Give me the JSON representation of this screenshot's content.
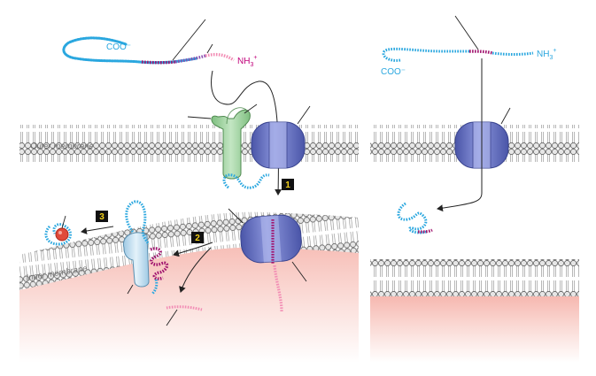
{
  "labels": {
    "cooh_left": "COO⁻",
    "nh3_left": "NH",
    "nh3_left_sub": "3",
    "nh3_left_sup": "+",
    "cooh_right": "COO⁻",
    "nh3_right": "NH",
    "nh3_right_sub": "3",
    "nh3_right_sup": "+",
    "outer_membrane": "Outer membrane",
    "inner_membrane": "Inner membrane"
  },
  "steps": [
    "1",
    "2",
    "3"
  ],
  "colors": {
    "chain_blue": "#2aa7df",
    "signal_pink": "#f28cb4",
    "signal_magenta": "#a0146e",
    "signal_purple": "#8a4fb0",
    "nh3_text": "#c0007a",
    "cooh_text": "#2aa7df",
    "lipid_head": "#e6e6e6",
    "lipid_outline": "#555555",
    "matrix_pink": "#f7c8c0",
    "channel_blue": "#6c78c8",
    "receptor_green": "#9ccf9c",
    "peptidase_blue": "#c9e3f2",
    "step_box": "#111111",
    "step_text": "#f5d21a",
    "chaperone_red": "#e04a3a"
  },
  "icons": {
    "channel": "translocase-channel-icon",
    "receptor": "import-receptor-icon",
    "peptidase": "signal-peptidase-icon",
    "chaperone": "chaperone-icon"
  }
}
